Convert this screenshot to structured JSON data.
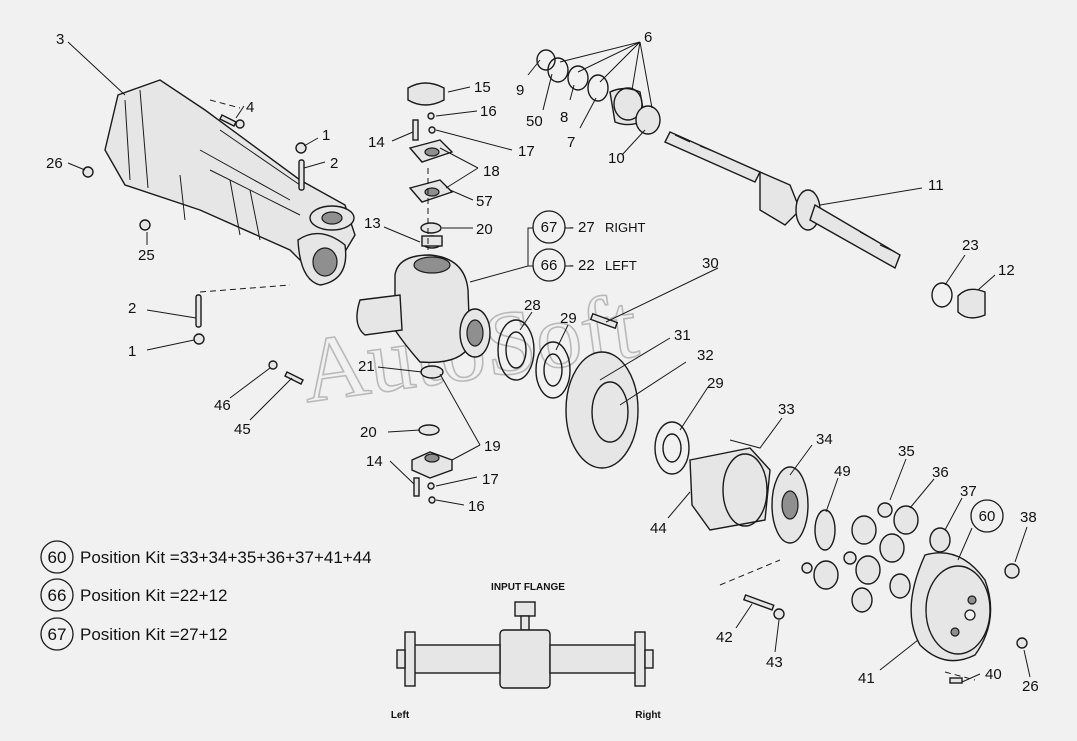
{
  "watermark": "AutoSoft",
  "callouts": [
    {
      "id": "c3",
      "text": "3"
    },
    {
      "id": "c4",
      "text": "4"
    },
    {
      "id": "c26a",
      "text": "26"
    },
    {
      "id": "c1a",
      "text": "1"
    },
    {
      "id": "c2a",
      "text": "2"
    },
    {
      "id": "c25",
      "text": "25"
    },
    {
      "id": "c2b",
      "text": "2"
    },
    {
      "id": "c1b",
      "text": "1"
    },
    {
      "id": "c46",
      "text": "46"
    },
    {
      "id": "c45",
      "text": "45"
    },
    {
      "id": "c15",
      "text": "15"
    },
    {
      "id": "c16a",
      "text": "16"
    },
    {
      "id": "c14a",
      "text": "14"
    },
    {
      "id": "c17a",
      "text": "17"
    },
    {
      "id": "c18",
      "text": "18"
    },
    {
      "id": "c57",
      "text": "57"
    },
    {
      "id": "c13",
      "text": "13"
    },
    {
      "id": "c20a",
      "text": "20"
    },
    {
      "id": "c21",
      "text": "21"
    },
    {
      "id": "c20b",
      "text": "20"
    },
    {
      "id": "c19",
      "text": "19"
    },
    {
      "id": "c14b",
      "text": "14"
    },
    {
      "id": "c17b",
      "text": "17"
    },
    {
      "id": "c16b",
      "text": "16"
    },
    {
      "id": "c9",
      "text": "9"
    },
    {
      "id": "c50",
      "text": "50"
    },
    {
      "id": "c8",
      "text": "8"
    },
    {
      "id": "c7",
      "text": "7"
    },
    {
      "id": "c6",
      "text": "6"
    },
    {
      "id": "c10",
      "text": "10"
    },
    {
      "id": "c11",
      "text": "11"
    },
    {
      "id": "c23",
      "text": "23"
    },
    {
      "id": "c12",
      "text": "12"
    },
    {
      "id": "c30",
      "text": "30"
    },
    {
      "id": "c28",
      "text": "28"
    },
    {
      "id": "c29a",
      "text": "29"
    },
    {
      "id": "c31",
      "text": "31"
    },
    {
      "id": "c32",
      "text": "32"
    },
    {
      "id": "c29b",
      "text": "29"
    },
    {
      "id": "c33",
      "text": "33"
    },
    {
      "id": "c34",
      "text": "34"
    },
    {
      "id": "c44",
      "text": "44"
    },
    {
      "id": "c49",
      "text": "49"
    },
    {
      "id": "c35",
      "text": "35"
    },
    {
      "id": "c36",
      "text": "36"
    },
    {
      "id": "c37",
      "text": "37"
    },
    {
      "id": "c38",
      "text": "38"
    },
    {
      "id": "c42",
      "text": "42"
    },
    {
      "id": "c43",
      "text": "43"
    },
    {
      "id": "c41",
      "text": "41"
    },
    {
      "id": "c40",
      "text": "40"
    },
    {
      "id": "c26b",
      "text": "26"
    }
  ],
  "side_kits": {
    "right": {
      "number": "67",
      "part": "27",
      "side": "RIGHT"
    },
    "left": {
      "number": "66",
      "part": "22",
      "side": "LEFT"
    },
    "hub_kit": "60"
  },
  "position_kits": [
    {
      "number": "60",
      "text": "Position Kit =33+34+35+36+37+41+44"
    },
    {
      "number": "66",
      "text": "Position Kit =22+12"
    },
    {
      "number": "67",
      "text": "Position Kit =27+12"
    }
  ],
  "inset": {
    "title": "INPUT FLANGE",
    "left_label": "Left",
    "right_label": "Right"
  }
}
